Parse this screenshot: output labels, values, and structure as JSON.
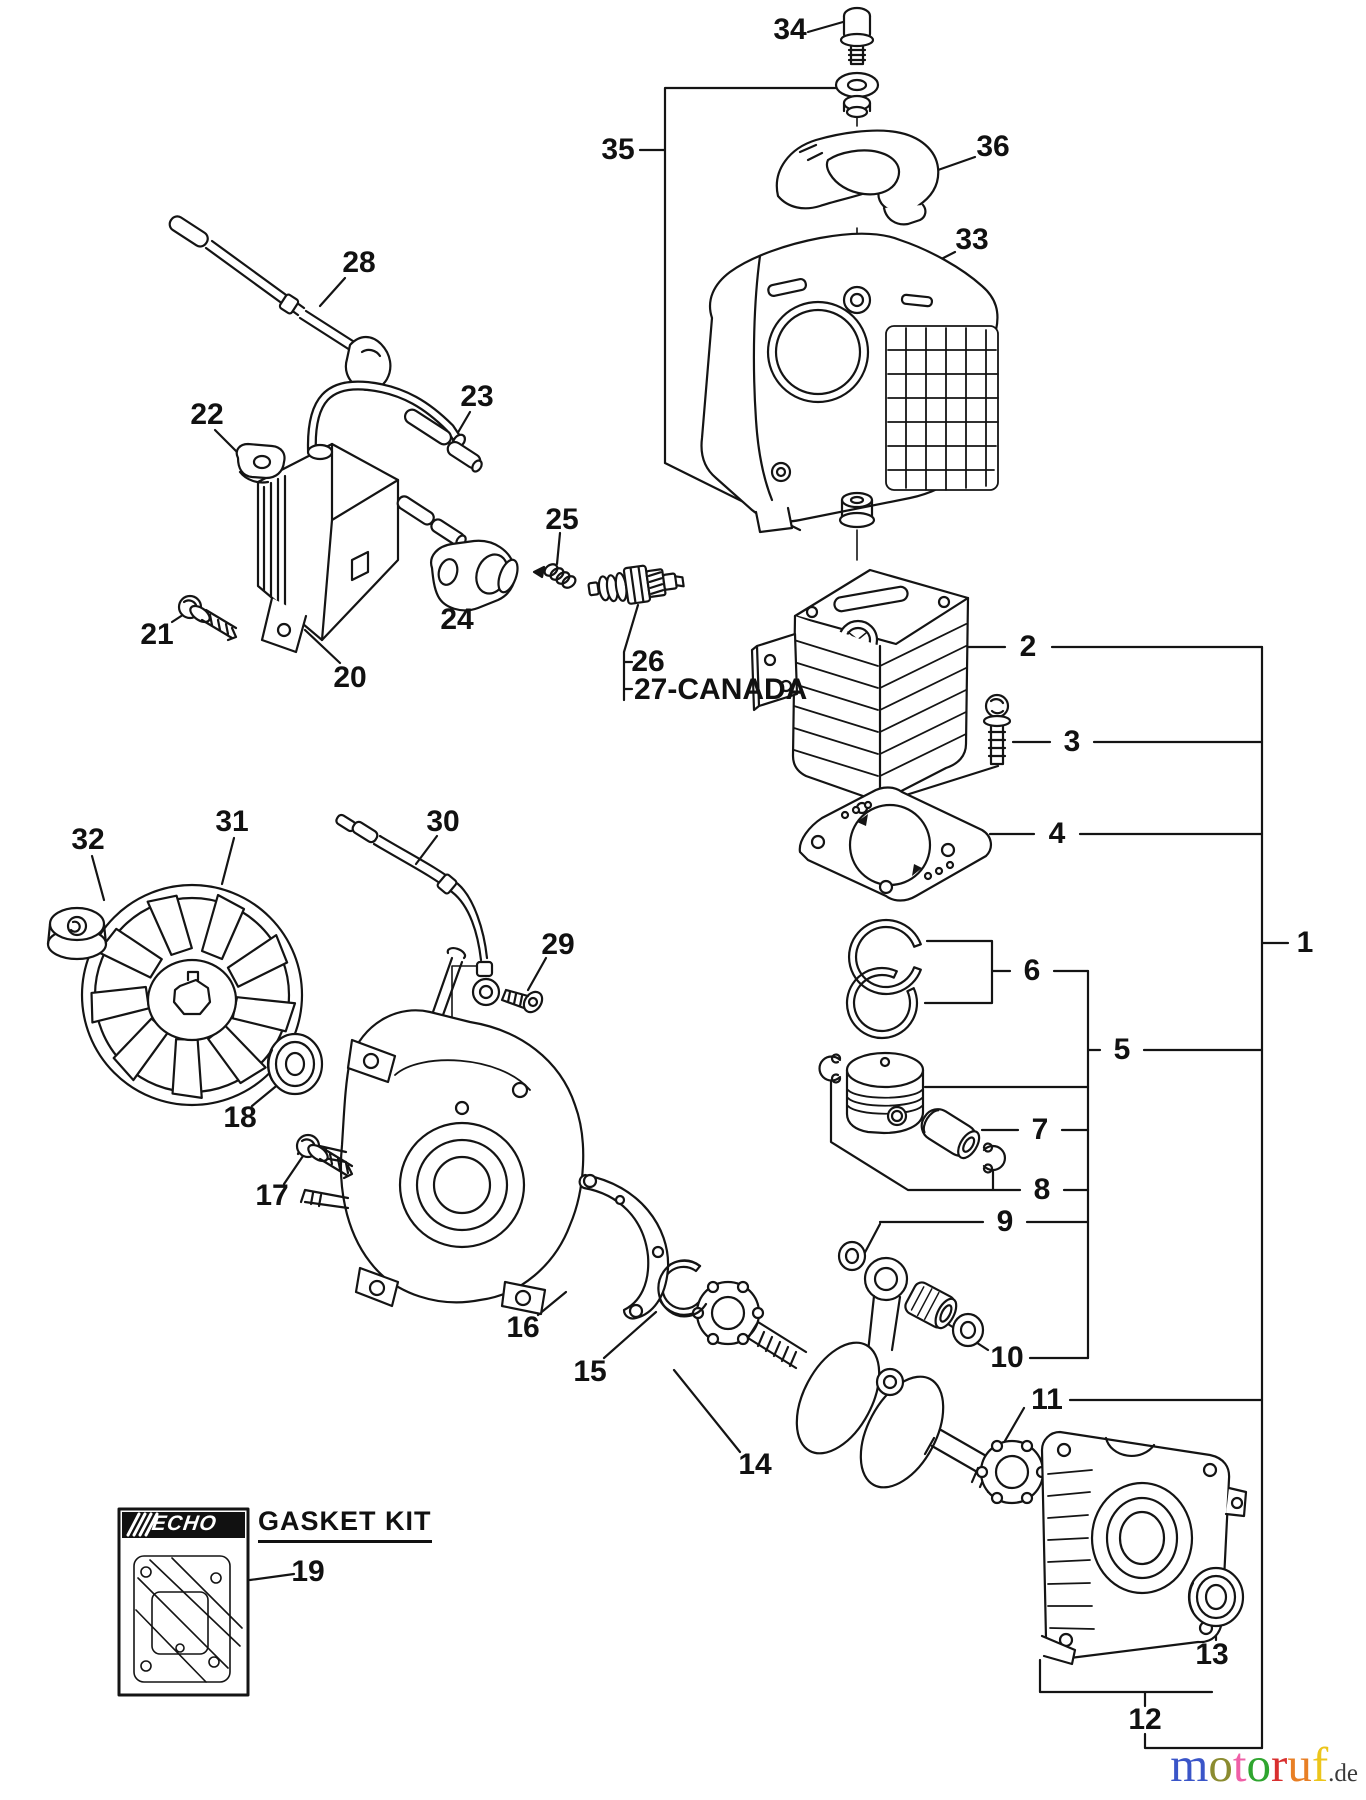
{
  "diagram_type": "exploded-parts-diagram",
  "brand": "ECHO",
  "gasket_kit": {
    "title": "GASKET KIT"
  },
  "callouts": {
    "1": "1",
    "2": "2",
    "3": "3",
    "4": "4",
    "5": "5",
    "6": "6",
    "7": "7",
    "8": "8",
    "9": "9",
    "10": "10",
    "11": "11",
    "12": "12",
    "13": "13",
    "14": "14",
    "15": "15",
    "16": "16",
    "17": "17",
    "18": "18",
    "19": "19",
    "20": "20",
    "21": "21",
    "22": "22",
    "23": "23",
    "24": "24",
    "25": "25",
    "26": "26",
    "27": "27-CANADA",
    "28": "28",
    "29": "29",
    "30": "30",
    "31": "31",
    "32": "32",
    "33": "33",
    "34": "34",
    "35": "35",
    "36": "36"
  },
  "line_color": "#141414",
  "background": "#ffffff",
  "watermark": {
    "letters": [
      {
        "ch": "m",
        "color": "#3a55c8"
      },
      {
        "ch": "o",
        "color": "#8b8b30"
      },
      {
        "ch": "t",
        "color": "#ef5fa7"
      },
      {
        "ch": "o",
        "color": "#2fa52f"
      },
      {
        "ch": "r",
        "color": "#d92f2f"
      },
      {
        "ch": "u",
        "color": "#e87f25"
      },
      {
        "ch": "f",
        "color": "#ecc51b"
      }
    ],
    "suffix": ".de",
    "suffix_color": "#3b3b3b"
  }
}
